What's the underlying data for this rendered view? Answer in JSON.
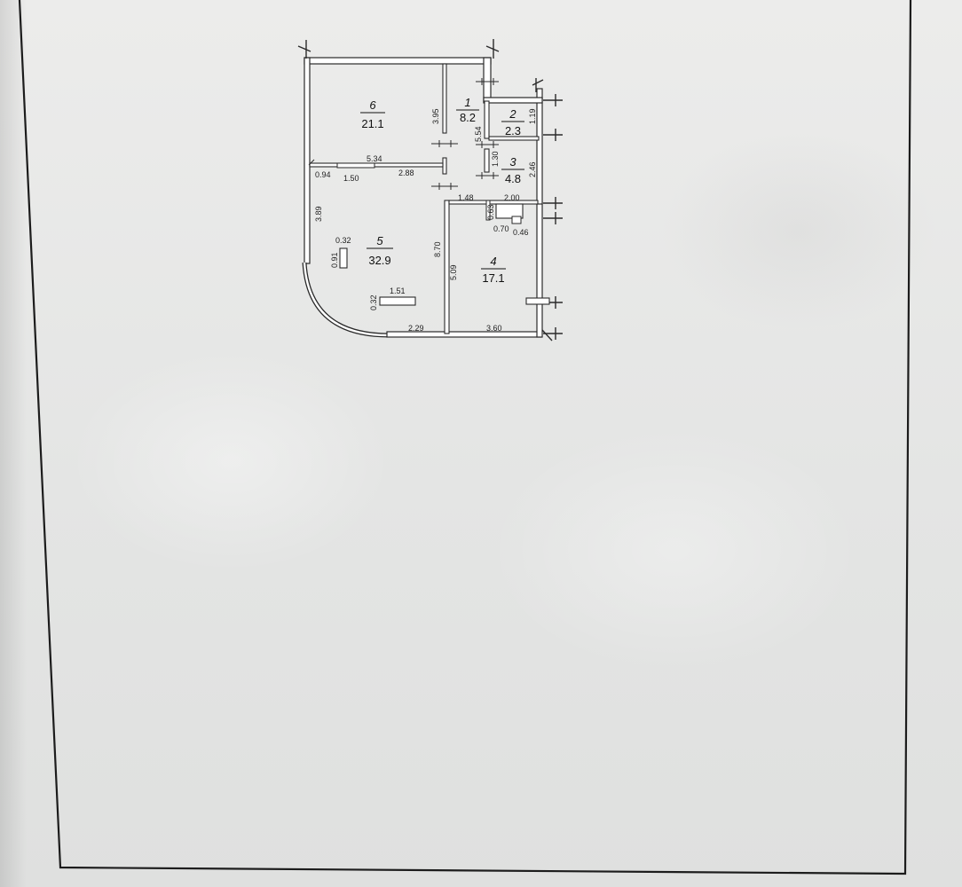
{
  "rooms": [
    {
      "number": "6",
      "area": "21.1"
    },
    {
      "number": "1",
      "area": "8.2"
    },
    {
      "number": "2",
      "area": "2.3"
    },
    {
      "number": "3",
      "area": "4.8"
    },
    {
      "number": "5",
      "area": "32.9"
    },
    {
      "number": "4",
      "area": "17.1"
    }
  ],
  "dimensions": {
    "d_3_95": "3.95",
    "d_5_54": "5.54",
    "d_1_19": "1.19",
    "d_1_30": "1.30",
    "d_2_46": "2.46",
    "d_5_34": "5.34",
    "d_0_94": "0.94",
    "d_1_50": "1.50",
    "d_2_88": "2.88",
    "d_1_48": "1.48",
    "d_2_00": "2.00",
    "d_0_63": "0.63",
    "d_0_70": "0.70",
    "d_0_46": "0.46",
    "d_3_89": "3.89",
    "d_0_32a": "0.32",
    "d_0_91": "0.91",
    "d_8_70": "8.70",
    "d_5_09": "5.09",
    "d_1_51": "1.51",
    "d_0_32b": "0.32",
    "d_2_29": "2.29",
    "d_3_60": "3.60"
  }
}
